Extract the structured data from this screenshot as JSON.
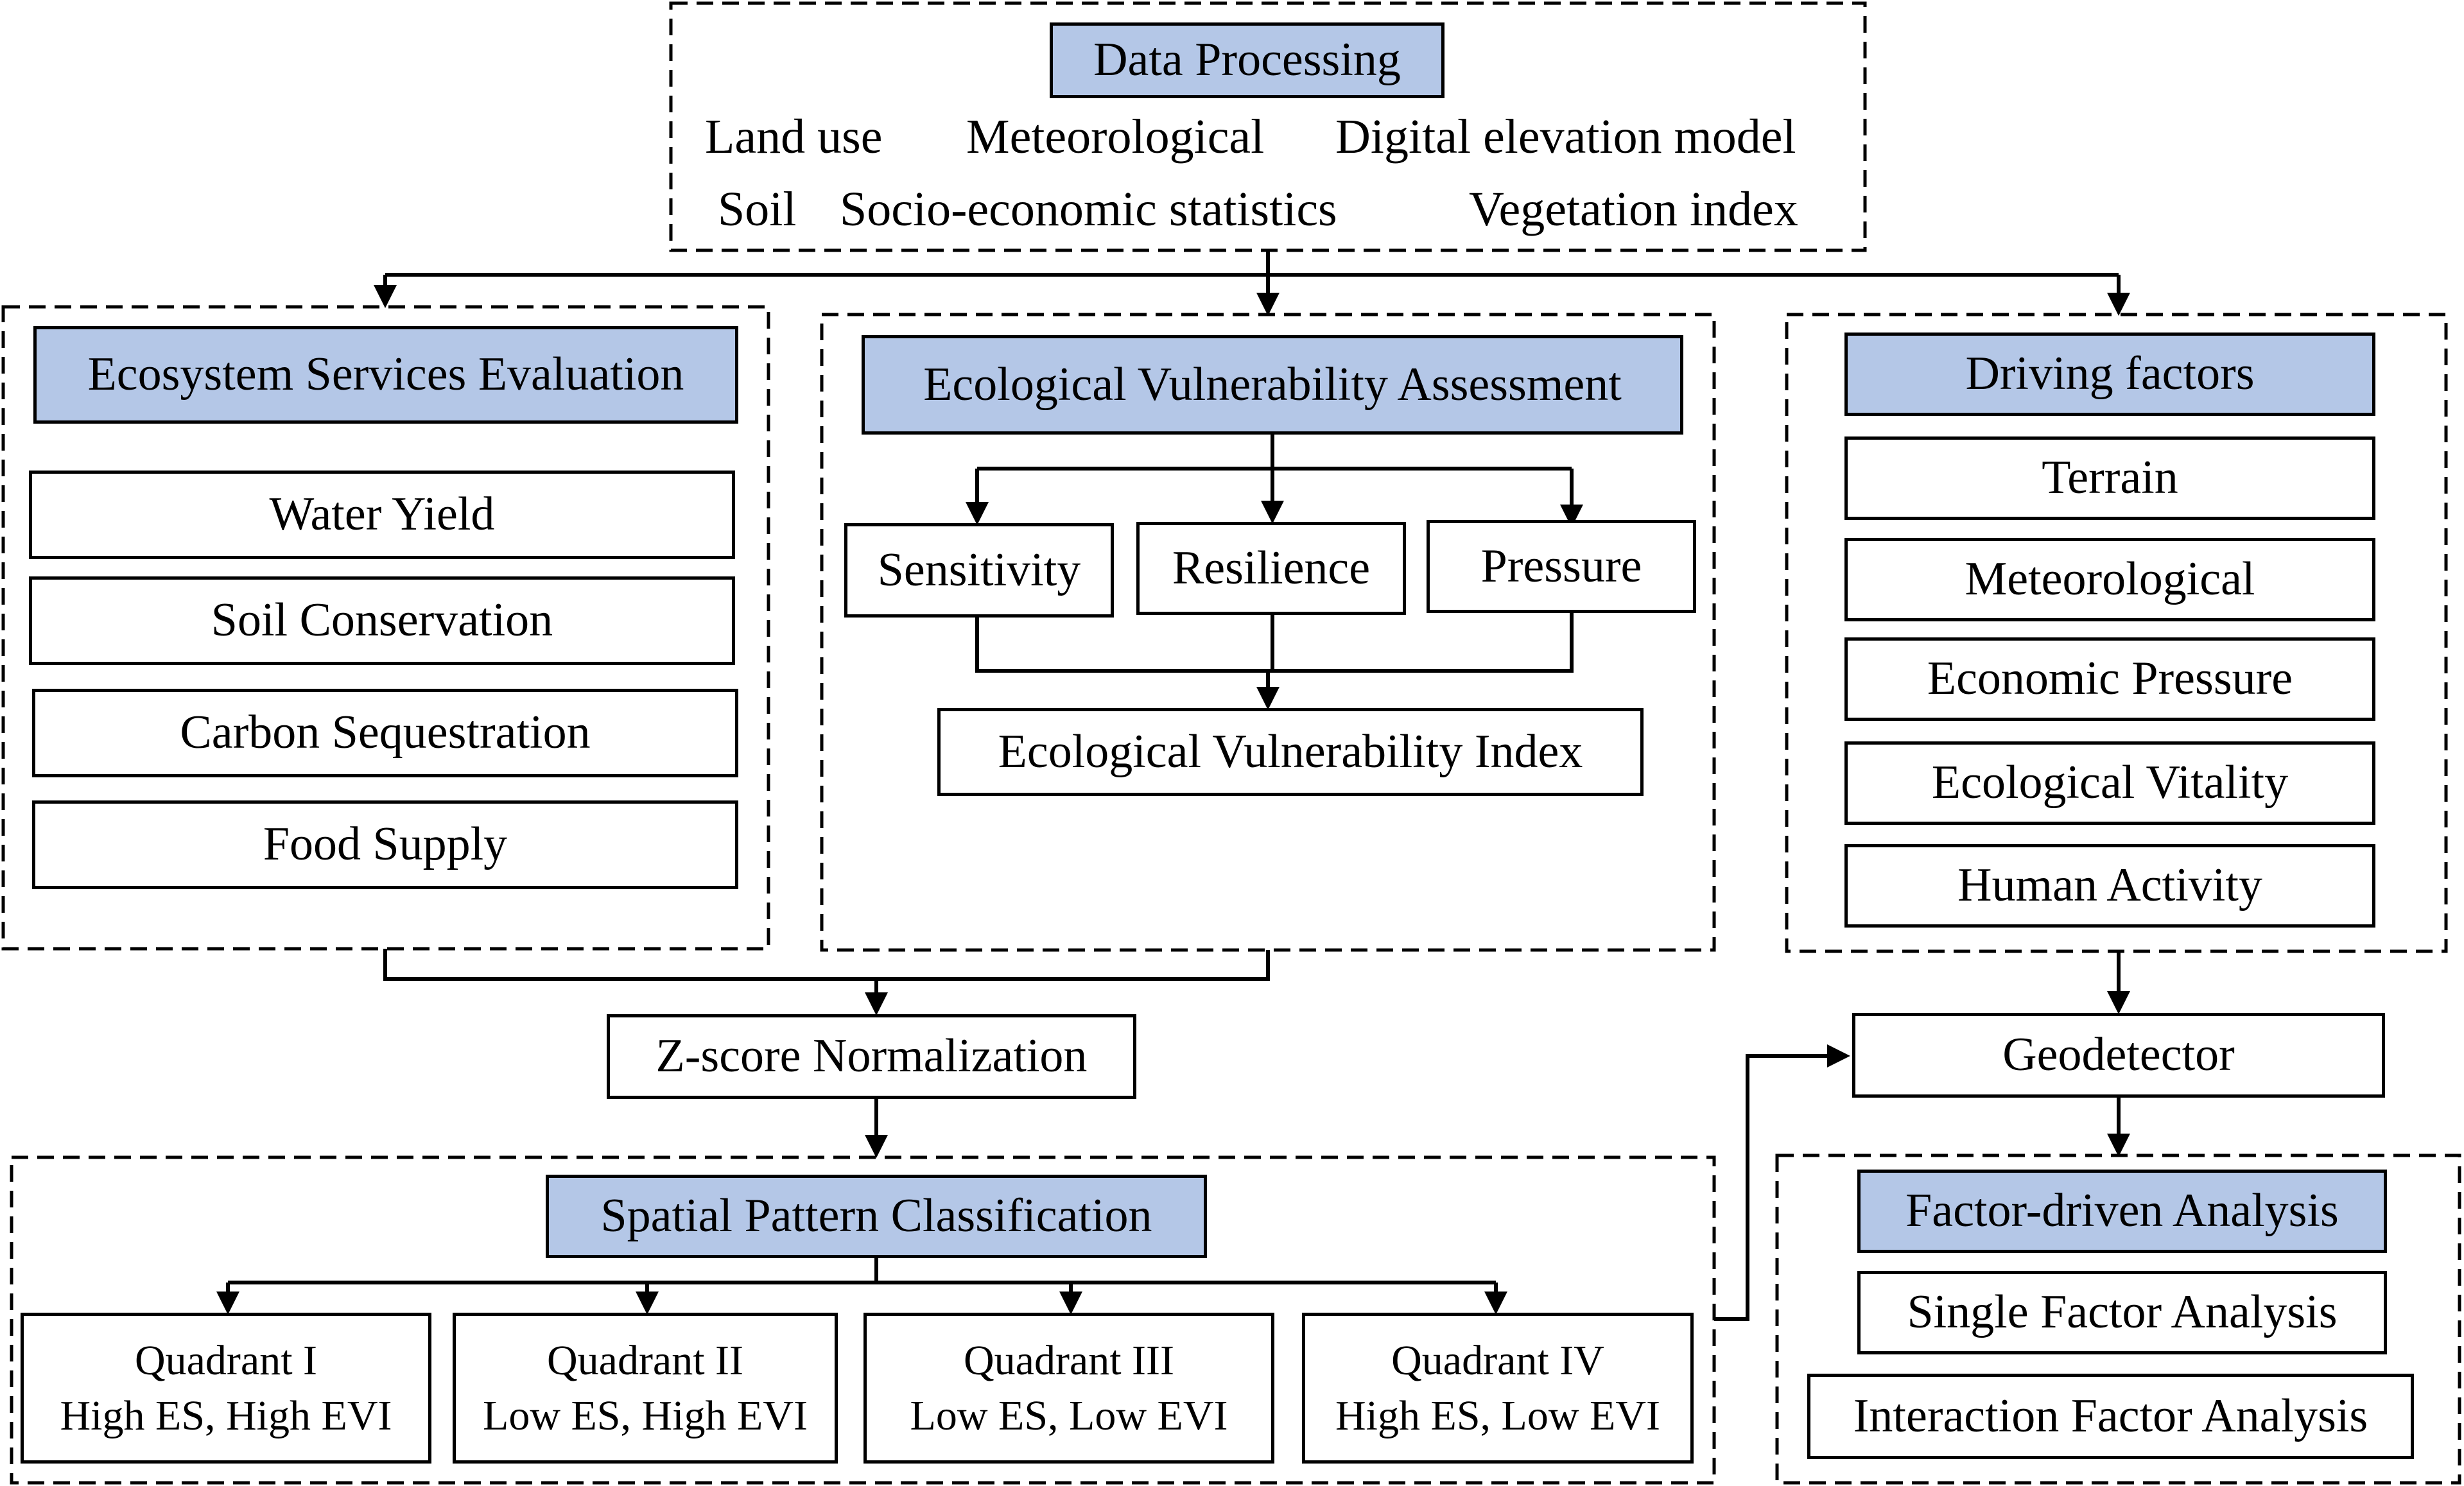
{
  "data_processing": {
    "title": "Data Processing",
    "items": [
      "Land use",
      "Meteorological",
      "Digital elevation model",
      "Soil",
      "Socio-economic statistics",
      "Vegetation index"
    ]
  },
  "ecosystem_services": {
    "title": "Ecosystem Services Evaluation",
    "items": [
      "Water Yield",
      "Soil Conservation",
      "Carbon Sequestration",
      "Food Supply"
    ]
  },
  "vulnerability": {
    "title": "Ecological Vulnerability Assessment",
    "items": [
      "Sensitivity",
      "Resilience",
      "Pressure"
    ],
    "index": "Ecological Vulnerability Index"
  },
  "driving_factors": {
    "title": "Driving factors",
    "items": [
      "Terrain",
      "Meteorological",
      "Economic Pressure",
      "Ecological Vitality",
      "Human Activity"
    ]
  },
  "normalization": "Z-score Normalization",
  "geodetector": "Geodetector",
  "classification": {
    "title": "Spatial Pattern Classification",
    "quadrants": [
      {
        "name": "Quadrant I",
        "desc": "High ES, High EVI"
      },
      {
        "name": "Quadrant II",
        "desc": "Low ES, High EVI"
      },
      {
        "name": "Quadrant III",
        "desc": "Low ES, Low EVI"
      },
      {
        "name": "Quadrant IV",
        "desc": "High ES, Low EVI"
      }
    ]
  },
  "factor_analysis": {
    "title": "Factor-driven Analysis",
    "items": [
      "Single Factor Analysis",
      "Interaction Factor Analysis"
    ]
  }
}
